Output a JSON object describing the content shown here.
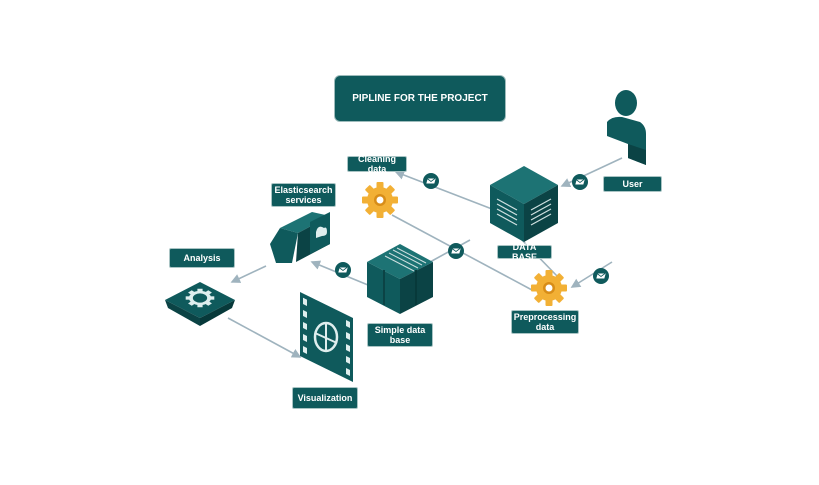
{
  "title": "PIPLINE FOR THE PROJECT",
  "nodes": {
    "user": "User",
    "database": "DATA BASE",
    "cleaning": "Cleaning data",
    "preprocessing": "Preprocessing\ndata",
    "elasticsearch": "Elasticsearch\nservices",
    "simple_db": "Simple data\nbase",
    "analysis": "Analysis",
    "visualization": "Visualization"
  },
  "colors": {
    "node_fill": "#0f5a5c",
    "node_dark": "#0b4345",
    "gear": "#f2b035",
    "arrow": "#9fb3be"
  },
  "icons": [
    "user-icon",
    "database-server-icon",
    "gear-icon",
    "storage-server-icon",
    "elasticsearch-device-icon",
    "analysis-settings-icon",
    "film-strip-icon",
    "envelope-icon"
  ]
}
